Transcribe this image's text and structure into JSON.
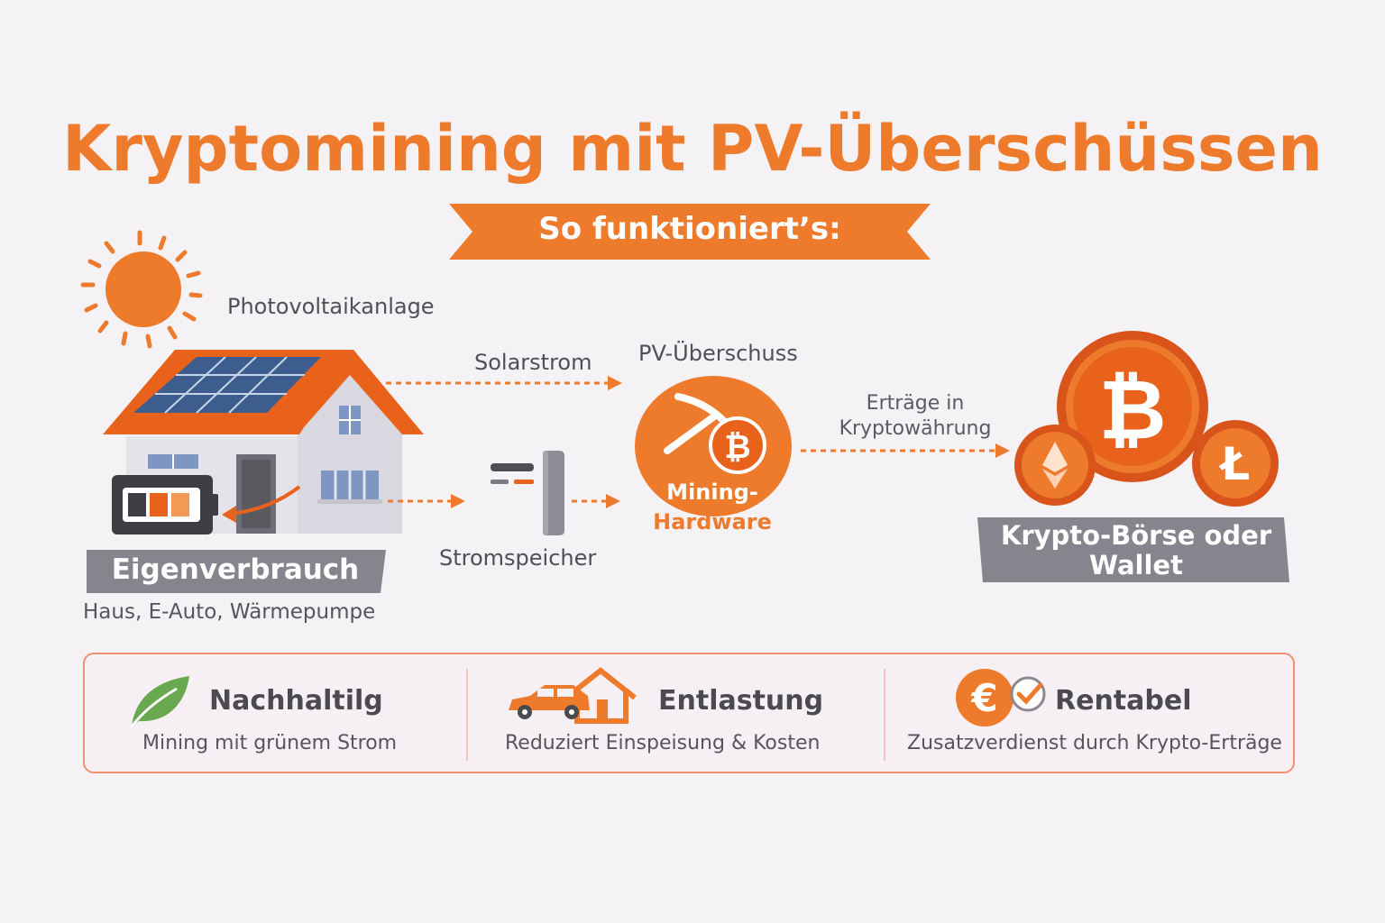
{
  "title": "Kryptomining mit PV-Überschüssen",
  "subtitle": "So funktioniert’s:",
  "flow": {
    "pv_label": "Photovoltaikanlage",
    "solar_label": "Solarstrom",
    "surplus_label": "PV-Überschuss",
    "storage_label": "Stromspeicher",
    "mining_line1": "Mining-",
    "mining_line2": "Hardware",
    "earnings_line1": "Erträge in",
    "earnings_line2": "Kryptowährung",
    "consumption_title": "Eigenverbrauch",
    "consumption_sub": "Haus, E-Auto, Wärmepumpe",
    "exchange_line1": "Krypto-Börse oder",
    "exchange_line2": "Wallet"
  },
  "icons": {
    "sun": "sun-icon",
    "house": "house-with-solar-panels-icon",
    "battery": "battery-icon",
    "storage": "battery-storage-icon",
    "mining": "pickaxe-bitcoin-icon",
    "coins": [
      "bitcoin-coin-icon",
      "ethereum-coin-icon",
      "litecoin-coin-icon"
    ]
  },
  "benefits": [
    {
      "title": "Nachhaltilg",
      "sub": "Mining mit grünem Strom",
      "icon": "leaf-icon"
    },
    {
      "title": "Entlastung",
      "sub": "Reduziert Einspeisung  & Kosten",
      "icon": "car-house-icon"
    },
    {
      "title": "Rentabel",
      "sub": "Zusatzverdienst durch Krypto-Erträge",
      "icon": "euro-check-icon"
    }
  ],
  "colors": {
    "accent": "#ee7a2c",
    "accent_dark": "#e05d16",
    "grey_tag": "#86858d",
    "background": "#f4f2f4"
  }
}
